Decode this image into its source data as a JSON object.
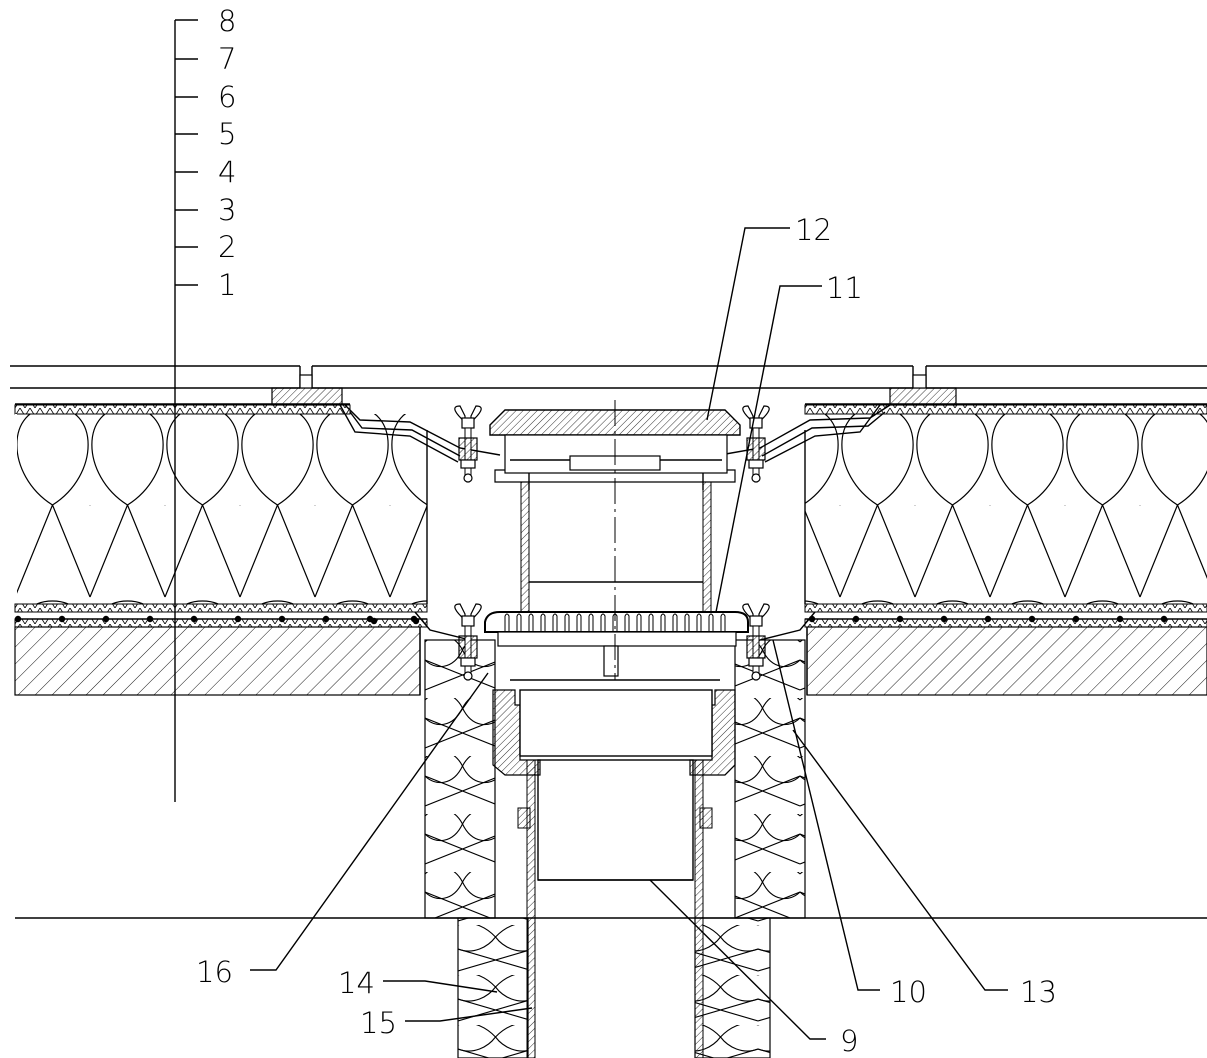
{
  "layer_labels": [
    "8",
    "7",
    "6",
    "5",
    "4",
    "3",
    "2",
    "1"
  ],
  "callouts": {
    "c9": "9",
    "c10": "10",
    "c11": "11",
    "c12": "12",
    "c13": "13",
    "c14": "14",
    "c15": "15",
    "c16": "16"
  }
}
